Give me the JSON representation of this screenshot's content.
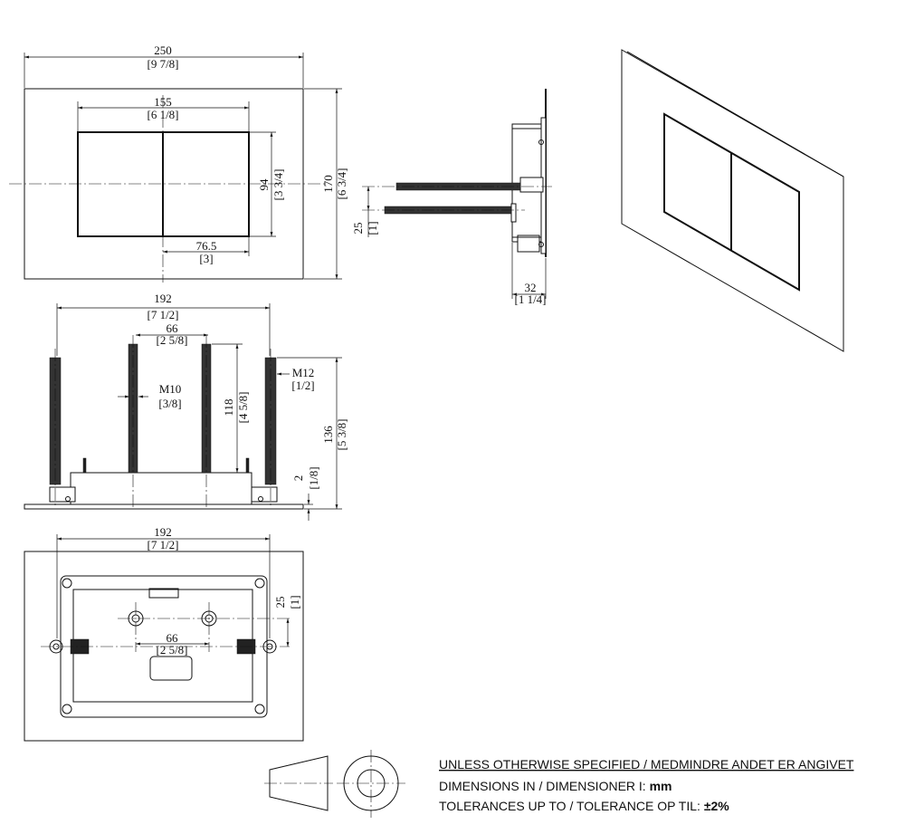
{
  "front_view": {
    "width_mm": "250",
    "width_in": "[9 7/8]",
    "button_width_mm": "155",
    "button_width_in": "[6 1/8]",
    "button_height_mm": "94",
    "button_height_in": "[3 3/4]",
    "height_mm": "170",
    "height_in": "[6 3/4]",
    "offset_mm": "76.5",
    "offset_in": "[3]"
  },
  "side_view": {
    "spacing_mm": "25",
    "spacing_in": "[1]",
    "depth_mm": "32",
    "depth_in": "[1 1/4]"
  },
  "rods_view": {
    "outer_span_mm": "192",
    "outer_span_in": "[7 1/2]",
    "inner_span_mm": "66",
    "inner_span_in": "[2 5/8]",
    "thread_m10": "M10",
    "thread_m10_in": "[3/8]",
    "thread_m12": "M12",
    "thread_m12_in": "[1/2]",
    "inner_length_mm": "118",
    "inner_length_in": "[4 5/8]",
    "outer_length_mm": "136",
    "outer_length_in": "[5 3/8]",
    "plate_mm": "2",
    "plate_in": "[1/8]"
  },
  "back_view": {
    "outer_span_mm": "192",
    "outer_span_in": "[7 1/2]",
    "vertical_mm": "25",
    "vertical_in": "[1]",
    "inner_span_mm": "66",
    "inner_span_in": "[2 5/8]"
  },
  "notes": {
    "line1": "UNLESS OTHERWISE SPECIFIED / MEDMINDRE ANDET ER ANGIVET",
    "line2_prefix": "DIMENSIONS IN / DIMENSIONER I: ",
    "line2_unit": "mm",
    "line3_prefix": "TOLERANCES UP TO / TOLERANCE OP TIL: ",
    "line3_value": "±2%"
  }
}
